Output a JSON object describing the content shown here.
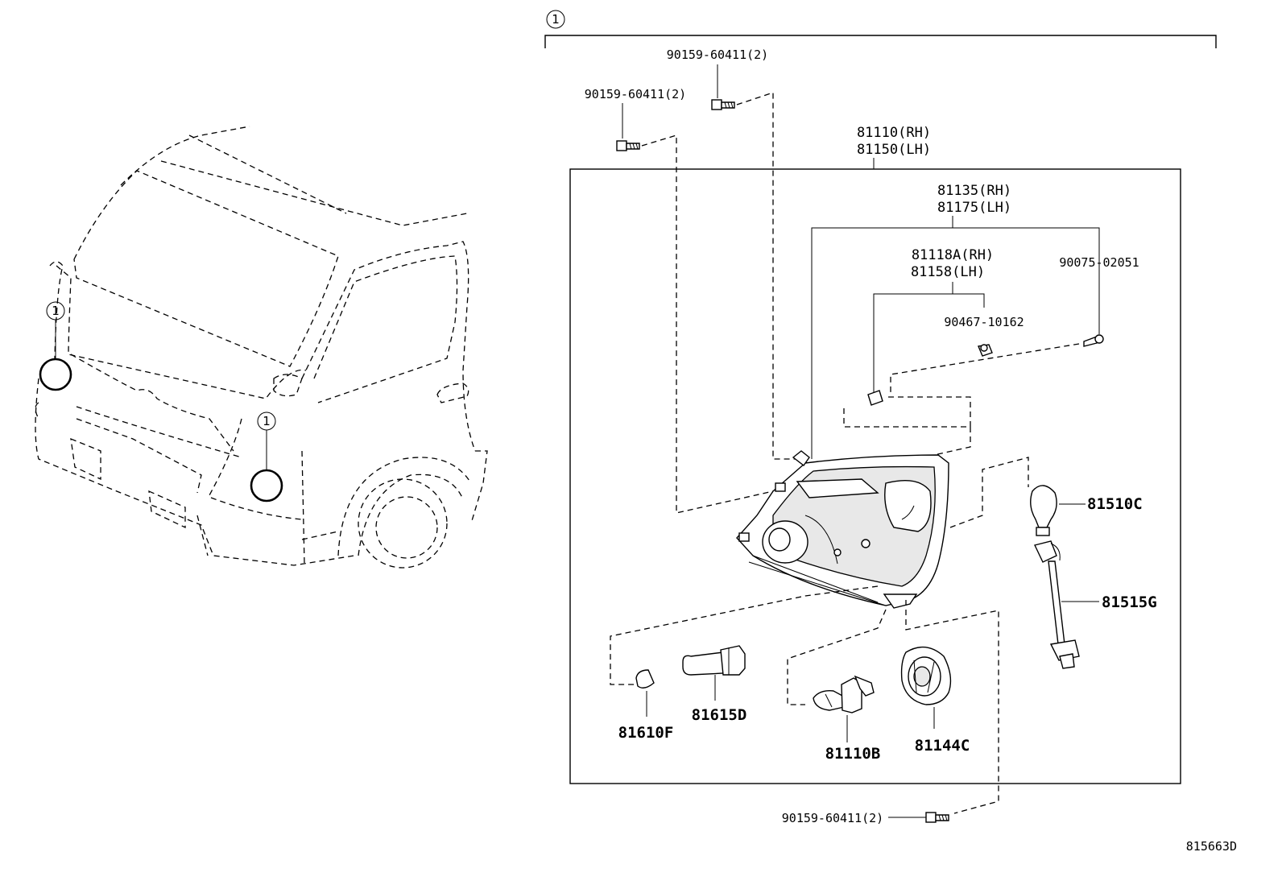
{
  "diagram": {
    "assembly_callout": "1",
    "vehicle_callouts": [
      "1",
      "1"
    ],
    "drawing_number": "815663D",
    "labels": {
      "bolt_top": "90159-60411(2)",
      "bolt_left": "90159-60411(2)",
      "bolt_bottom": "90159-60411(2)",
      "headlamp_rh": "81110(RH)",
      "headlamp_lh": "81150(LH)",
      "housing_rh": "81135(RH)",
      "housing_lh": "81175(LH)",
      "bracket_rh": "81118A(RH)",
      "bracket_lh": "81158(LH)",
      "screw": "90075-02051",
      "clip": "90467-10162",
      "turn_bulb": "81510C",
      "socket_wire": "81515G",
      "side_bulb": "81610F",
      "socket": "81615D",
      "head_bulb": "81110B",
      "cover": "81144C"
    }
  }
}
